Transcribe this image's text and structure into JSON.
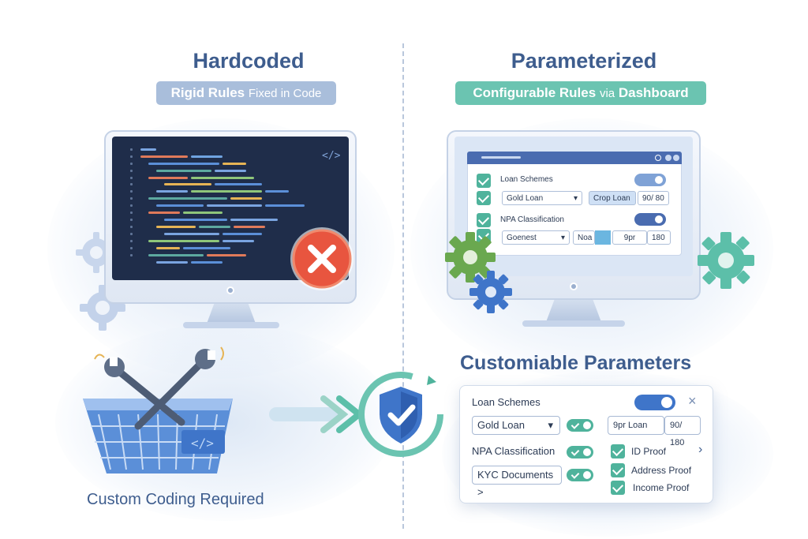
{
  "left": {
    "title": "Hardcoded",
    "pill_bold": "Rigid Rules",
    "pill_rest": "Fixed in Code",
    "code_tag": "</>",
    "caption": "Custom Coding Required",
    "screen_color": "#1f2d4a",
    "error_color": "#e8553f"
  },
  "right": {
    "title": "Parameterized",
    "pill_bold": "Configurable Rules",
    "pill_mid": "via",
    "pill_end": "Dashboard",
    "accent_color": "#6bc4b1",
    "monitor_window": {
      "row1_label": "Loan Schemes",
      "row1_select": "Gold Loan",
      "row1_caret": "▾",
      "row1_button": "Crop Loan",
      "row1_value": "90/ 80",
      "row2_label": "NPA Classification",
      "row2_select": "Goenest",
      "row2_caret": "▾",
      "row2_field_a": "Noa",
      "row2_field_b": "9pr",
      "row2_value": "180"
    },
    "heading": "Customiable Parameters",
    "panel": {
      "loan_schemes_label": "Loan Schemes",
      "close_glyph": "×",
      "gold_loan": "Gold Loan",
      "caret": "▾",
      "loan_field": "9pr Loan",
      "loan_value": "90/ 180",
      "npa_label": "NPA Classification",
      "kyc_label": "KYC Documents >",
      "docs": [
        "ID Proof",
        "Address Proof",
        "Income Proof"
      ],
      "docs_arrow": "›"
    }
  },
  "icons": [
    "x-circle-icon",
    "wrench-icon",
    "gear-icon",
    "shield-check-icon",
    "checkbox-icon",
    "toggle-icon"
  ]
}
